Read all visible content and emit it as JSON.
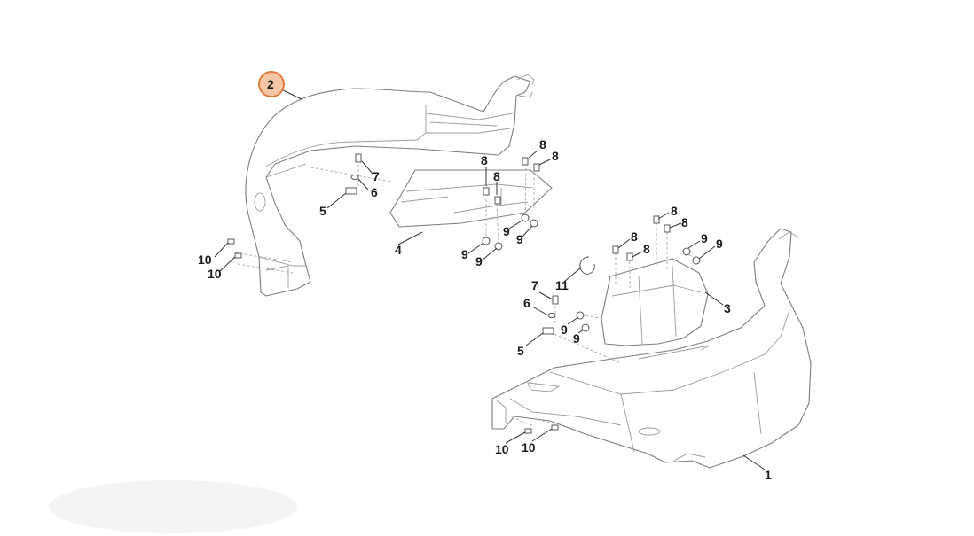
{
  "diagram": {
    "highlight_color": "#e07b39",
    "highlight_fill": "#f5c7a6",
    "line_color": "#7d7d7d",
    "labels": {
      "part_1": "1",
      "part_2": "2",
      "part_3": "3",
      "part_4": "4",
      "part_5a": "5",
      "part_5b": "5",
      "part_6a": "6",
      "part_6b": "6",
      "part_7a": "7",
      "part_7b": "7",
      "part_8a": "8",
      "part_8b": "8",
      "part_8c": "8",
      "part_8d": "8",
      "part_8e": "8",
      "part_8f": "8",
      "part_8g": "8",
      "part_8h": "8",
      "part_9a": "9",
      "part_9b": "9",
      "part_9c": "9",
      "part_9d": "9",
      "part_9e": "9",
      "part_9f": "9",
      "part_9g": "9",
      "part_9h": "9",
      "part_10a": "10",
      "part_10b": "10",
      "part_10c": "10",
      "part_10d": "10",
      "part_11": "11"
    }
  }
}
